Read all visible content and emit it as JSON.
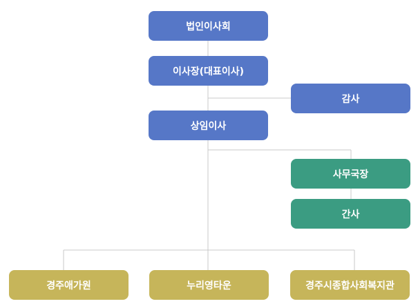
{
  "colors": {
    "governance": "#5677c7",
    "administration": "#3b9c82",
    "facilities": "#c6b55a",
    "connector": "#c8c8c8"
  },
  "org_chart": {
    "board": "법인이사회",
    "chairman": "이사장(대표이사)",
    "auditor": "감사",
    "standing_director": "상임이사",
    "secretary_general": "사무국장",
    "staff": "간사",
    "facilities": [
      "경주애가원",
      "누리영타운",
      "경주시종합사회복지관"
    ]
  }
}
